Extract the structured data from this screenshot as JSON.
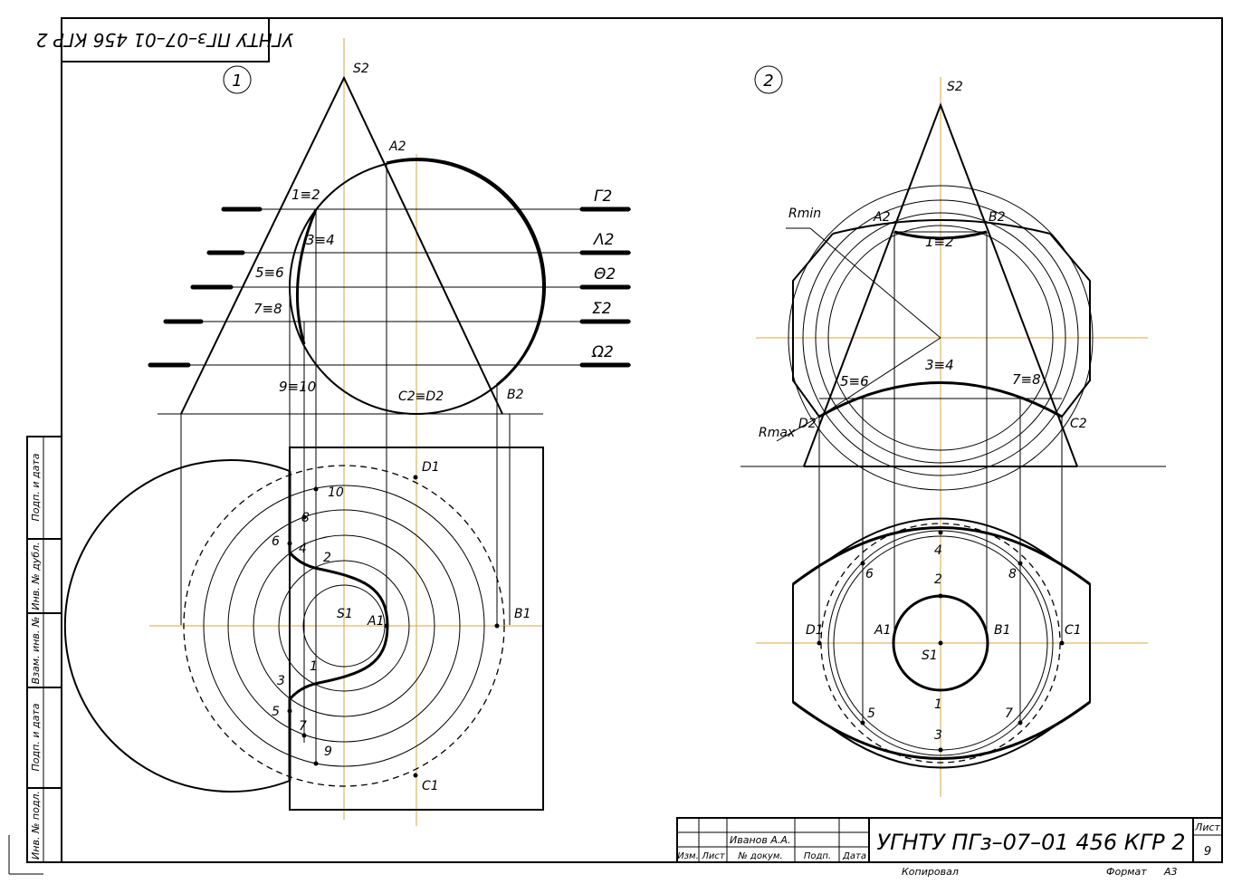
{
  "colors": {
    "line": "#000000",
    "axis": "#d9a441",
    "paper": "#ffffff"
  },
  "stamp": {
    "code": "УГНТУ ПГз–07–01 456 КГР 2"
  },
  "views": [
    {
      "number": "1"
    },
    {
      "number": "2"
    }
  ],
  "view1": {
    "apex": "S2",
    "front_points": [
      "A2",
      "B2",
      "C2≡D2",
      "1≡2",
      "3≡4",
      "5≡6",
      "7≡8",
      "9≡10"
    ],
    "planes": [
      "Γ2",
      "Λ2",
      "Θ2",
      "Σ2",
      "Ω2"
    ],
    "top_points": [
      "D1",
      "10",
      "8",
      "6",
      "4",
      "2",
      "S1",
      "A1",
      "B1",
      "1",
      "3",
      "5",
      "7",
      "9",
      "C1"
    ]
  },
  "view2": {
    "apex": "S2",
    "front_points": [
      "A2",
      "B2",
      "1≡2",
      "3≡4",
      "5≡6",
      "7≡8",
      "D2",
      "C2"
    ],
    "radii": [
      "Rmin",
      "Rmax"
    ],
    "top_points": [
      "4",
      "2",
      "6",
      "8",
      "D1",
      "A1",
      "B1",
      "C1",
      "S1",
      "1",
      "5",
      "7",
      "3"
    ]
  },
  "title_block": {
    "author": "Иванов А.А.",
    "headers": [
      "Изм.",
      "Лист",
      "№ докум.",
      "Подп.",
      "Дата"
    ],
    "sheet_label": "Лист",
    "sheet_number": "9",
    "copied": "Копировал",
    "format_label": "Формат",
    "format": "А3"
  },
  "side_strip": [
    "Подп. и дата",
    "Инв. № дубл.",
    "Взам. инв. №",
    "Подп. и дата",
    "Инв. № подл."
  ]
}
